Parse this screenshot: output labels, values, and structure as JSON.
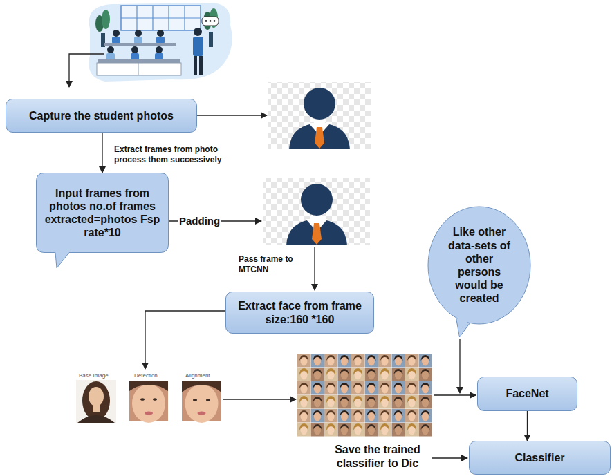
{
  "diagram": {
    "nodes": [
      {
        "text": [
          "Capture the student photos"
        ]
      },
      {
        "text": [
          "Input frames from photos no.of frames extracted=photos Fsp rate*10"
        ]
      },
      {
        "text": [
          "Extract face from frame size:160 *160"
        ]
      },
      {
        "text": [
          "Like other data-sets of other persons would be created"
        ]
      },
      {
        "text": [
          "FaceNet"
        ]
      },
      {
        "text": [
          "Classifier"
        ]
      }
    ],
    "edges": [
      {
        "from": 0,
        "to": 1,
        "arrow": "to"
      },
      {
        "from": 4,
        "to": 5,
        "arrow": "to"
      }
    ],
    "labels": [
      "Extract frames from photo process them successively",
      "Padding",
      "Pass frame to MTCNN",
      "Base Image",
      "Detection",
      "Alignment",
      "Save the trained classifier to Dic"
    ]
  }
}
